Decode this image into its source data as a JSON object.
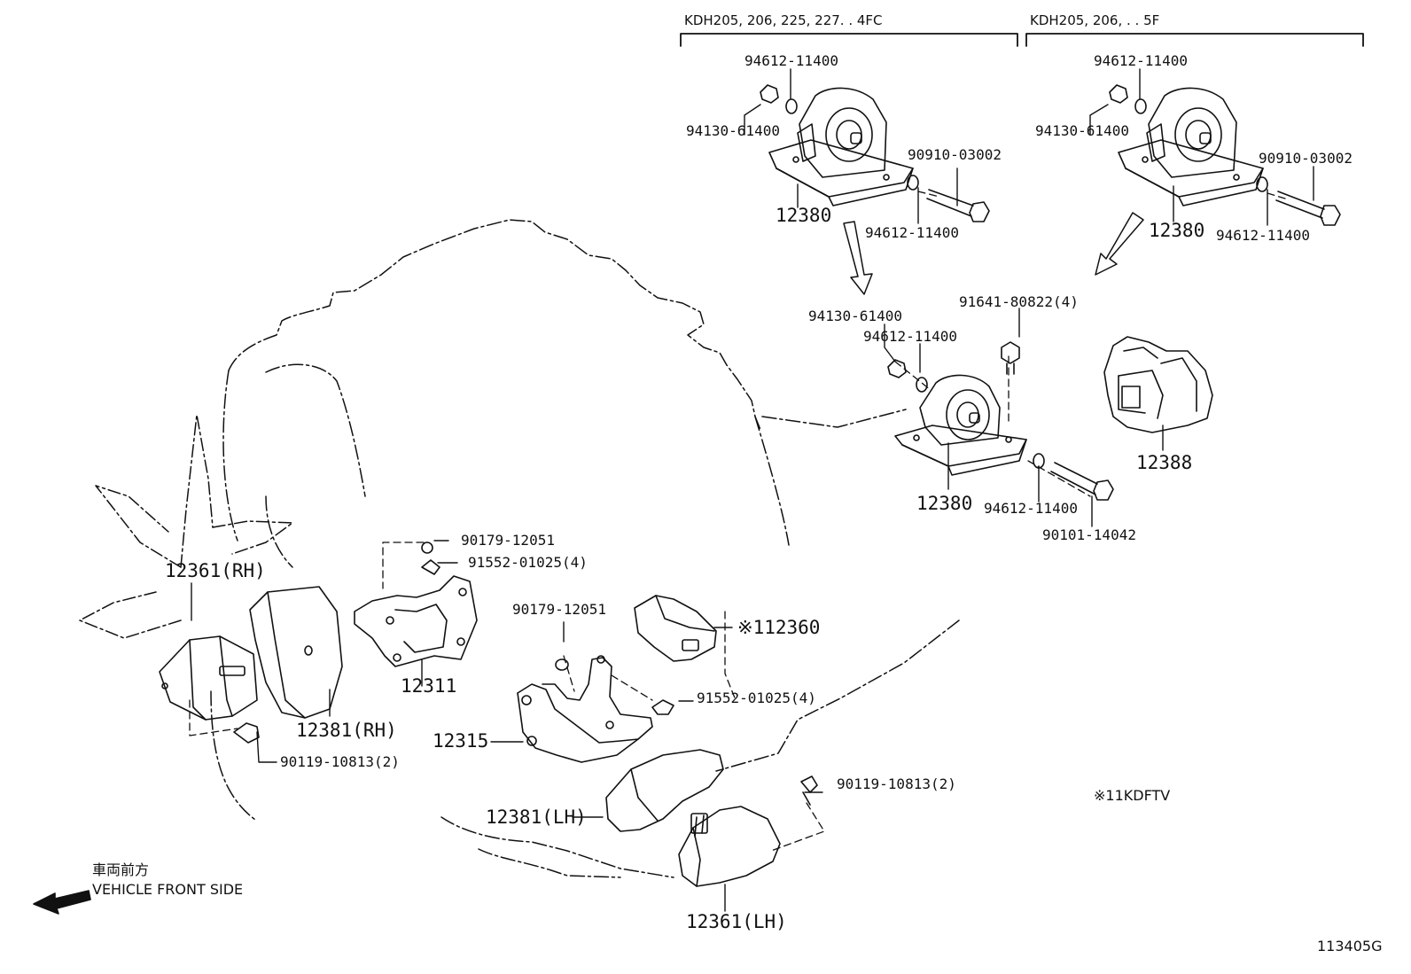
{
  "headers": {
    "left_group": "KDH205, 206, 225, 227. . 4FC",
    "right_group": "KDH205, 206, . . 5F"
  },
  "labels": {
    "g1_washer_top": "94612-11400",
    "g1_nut": "94130-61400",
    "g1_bolt": "90910-03002",
    "g1_mount": "12380",
    "g1_washer_bottom": "94612-11400",
    "g2_washer_top": "94612-11400",
    "g2_nut": "94130-61400",
    "g2_bolt": "90910-03002",
    "g2_mount": "12380",
    "g2_washer_bottom": "94612-11400",
    "c_nut": "94130-61400",
    "c_washer": "94612-11400",
    "c_bolt4": "91641-80822(4)",
    "c_mount": "12380",
    "c_washer_low": "94612-11400",
    "c_bolt_long": "90101-14042",
    "c_support": "12388",
    "rh_nut": "90179-12051",
    "rh_bolt4": "91552-01025(4)",
    "rh_insul": "12361(RH)",
    "rh_stopper": "12381(RH)",
    "rh_bracket": "12311",
    "rh_bolt2": "90119-10813(2)",
    "lh_nut": "90179-12051",
    "lh_plate": "※112360",
    "lh_bolt4": "91552-01025(4)",
    "lh_bracket": "12315",
    "lh_stopper": "12381(LH)",
    "lh_bolt2": "90119-10813(2)",
    "lh_insul": "12361(LH)",
    "engine_note": "※11KDFTV",
    "front_jp": "車両前方",
    "front_en": "VEHICLE FRONT SIDE",
    "figure_id": "113405G"
  }
}
